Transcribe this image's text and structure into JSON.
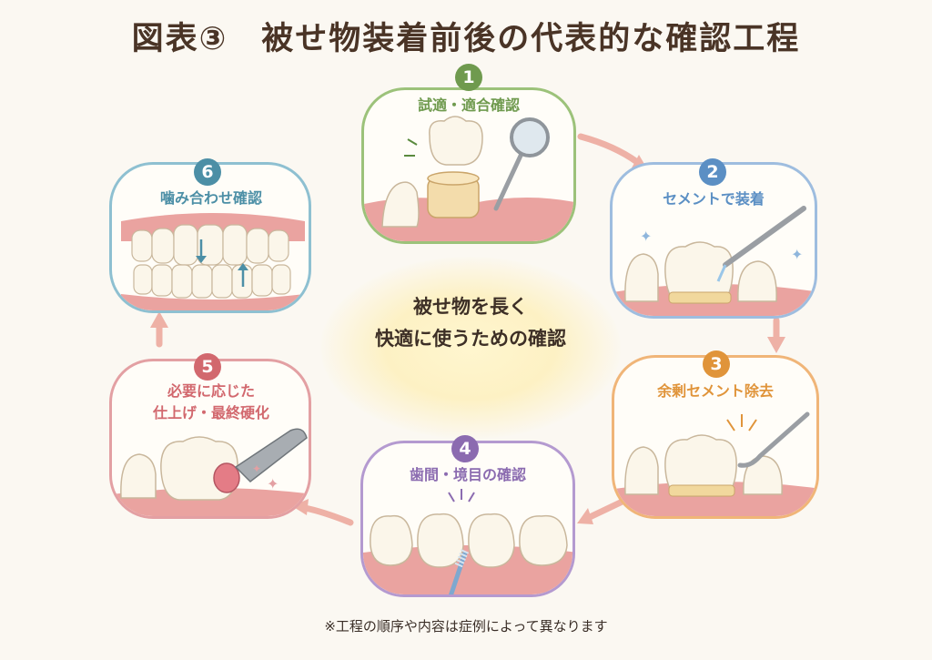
{
  "title": "図表③　被せ物装着前後の代表的な確認工程",
  "center": {
    "line1": "被せ物を長く",
    "line2": "快適に使うための確認"
  },
  "steps": [
    {
      "number": "1",
      "label": "試適・適合確認",
      "color": "#6f9a4e"
    },
    {
      "number": "2",
      "label": "セメントで装着",
      "color": "#5b8fc4"
    },
    {
      "number": "3",
      "label": "余剰セメント除去",
      "color": "#e0943a"
    },
    {
      "number": "4",
      "label": "歯間・境目の確認",
      "color": "#8b6bb0"
    },
    {
      "number": "5",
      "label_line1": "必要に応じた",
      "label_line2": "仕上げ・最終硬化",
      "color": "#d2686e"
    },
    {
      "number": "6",
      "label": "噛み合わせ確認",
      "color": "#4c8fa6"
    }
  ],
  "footnote": "※工程の順序や内容は症例によって異なります",
  "colors": {
    "arrow": "#eeb1a6",
    "gum": "#eaa3a0",
    "tooth": "#fbf6ea"
  }
}
